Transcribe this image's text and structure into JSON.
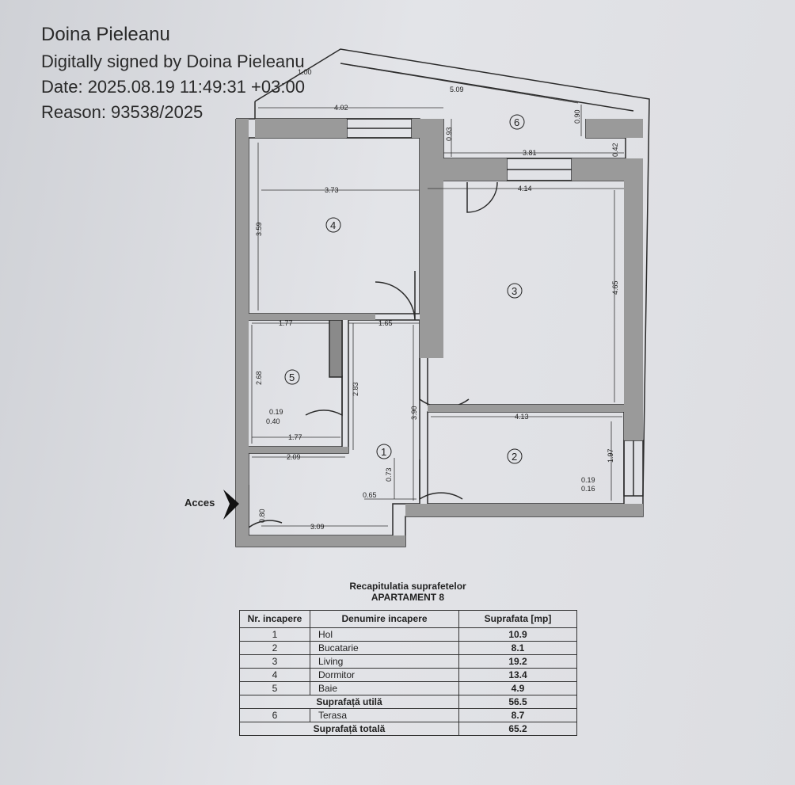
{
  "signature": {
    "name": "Doina Pieleanu",
    "signed_by": "Digitally signed by Doina Pieleanu",
    "date": "Date: 2025.08.19 11:49:31 +03:00",
    "reason": "Reason: 93538/2025"
  },
  "plan": {
    "access_label": "Acces",
    "rooms": [
      "1",
      "2",
      "3",
      "4",
      "5",
      "6"
    ],
    "dimensions": [
      "1.00",
      "5.09",
      "4.02",
      "0.93",
      "0.90",
      "3.81",
      "0.42",
      "3.73",
      "4.14",
      "3.59",
      "4.65",
      "1.77",
      "1.65",
      "2.68",
      "2.83",
      "0.19",
      "0.40",
      "1.77",
      "3.90",
      "4.13",
      "2.09",
      "0.73",
      "1.97",
      "0.65",
      "0.19",
      "0.16",
      "0.80",
      "3.09"
    ]
  },
  "recap": {
    "title_line1": "Recapitulatia suprafetelor",
    "title_line2": "APARTAMENT 8",
    "headers": {
      "nr": "Nr. incapere",
      "denumire": "Denumire incapere",
      "suprafata": "Suprafata [mp]"
    },
    "rows": [
      {
        "nr": "1",
        "name": "Hol",
        "area": "10.9"
      },
      {
        "nr": "2",
        "name": "Bucatarie",
        "area": "8.1"
      },
      {
        "nr": "3",
        "name": "Living",
        "area": "19.2"
      },
      {
        "nr": "4",
        "name": "Dormitor",
        "area": "13.4"
      },
      {
        "nr": "5",
        "name": "Baie",
        "area": "4.9"
      }
    ],
    "useful": {
      "label": "Suprafață utilă",
      "value": "56.5"
    },
    "terrace": {
      "nr": "6",
      "name": "Terasa",
      "area": "8.7"
    },
    "total": {
      "label": "Suprafață totală",
      "value": "65.2"
    }
  }
}
